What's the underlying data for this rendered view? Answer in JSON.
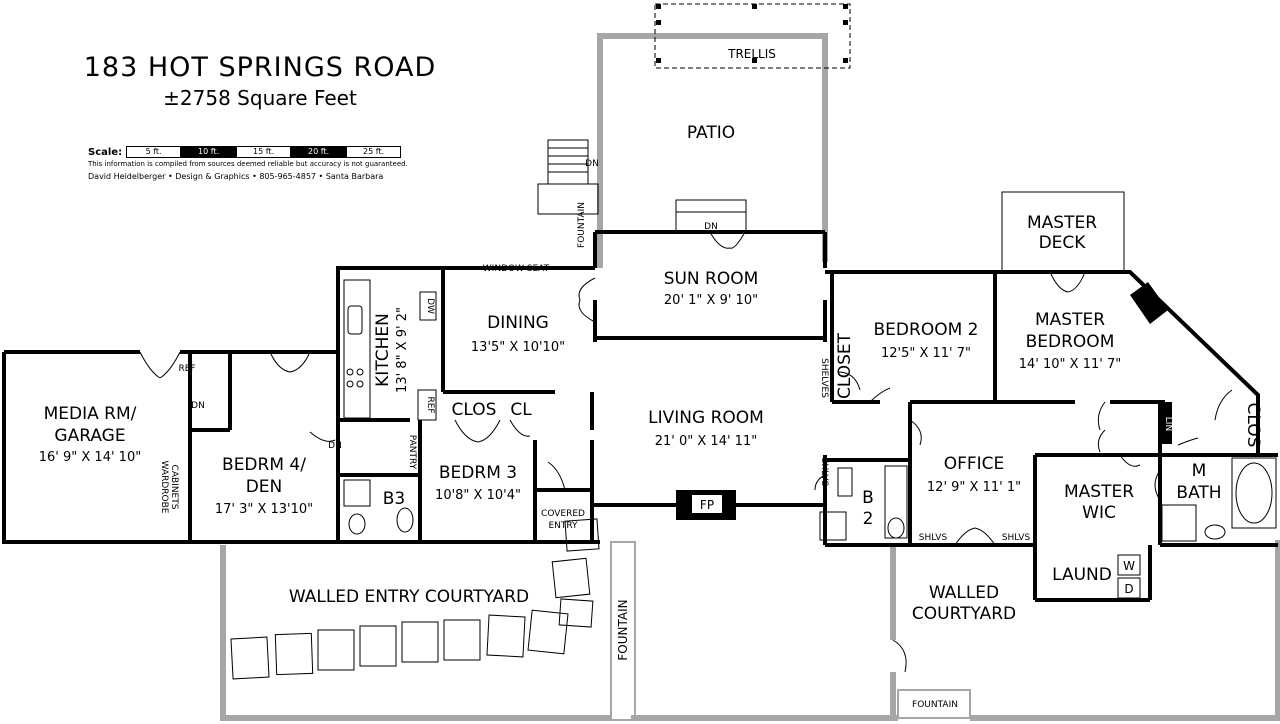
{
  "header": {
    "title": "183 HOT SPRINGS ROAD",
    "subtitle": "±2758 Square Feet",
    "scale_label": "Scale:",
    "scale_marks": [
      "5 ft.",
      "10 ft.",
      "15 ft.",
      "20 ft.",
      "25 ft."
    ],
    "disclaimer": "This information is compiled from sources deemed reliable but accuracy is not guaranteed.",
    "credit": "David Heidelberger • Design & Graphics • 805-965-4857 • Santa Barbara"
  },
  "rooms": {
    "trellis": "TRELLIS",
    "patio": "PATIO",
    "sun_room": "SUN ROOM",
    "sun_room_dim": "20' 1\" X 9' 10\"",
    "dining": "DINING",
    "dining_dim": "13'5\" X 10'10\"",
    "kitchen": "KITCHEN",
    "kitchen_dim": "13' 8\" X 9' 2\"",
    "living": "LIVING ROOM",
    "living_dim": "21' 0\" X 14' 11\"",
    "bedroom2": "BEDROOM 2",
    "bedroom2_dim": "12'5\" X 11' 7\"",
    "master_bedroom_line1": "MASTER",
    "master_bedroom_line2": "BEDROOM",
    "master_bedroom_dim": "14' 10\" X 11' 7\"",
    "master_deck_line1": "MASTER",
    "master_deck_line2": "DECK",
    "media_line1": "MEDIA RM/",
    "media_line2": "GARAGE",
    "media_dim": "16' 9\" X 14' 10\"",
    "bedrm4_line1": "BEDRM 4/",
    "bedrm4_line2": "DEN",
    "bedrm4_dim": "17' 3\" X 13'10\"",
    "bedrm3": "BEDRM 3",
    "bedrm3_dim": "10'8\" X 10'4\"",
    "b3": "B3",
    "clos": "CLOS",
    "cl": "CL",
    "covered_entry_line1": "COVERED",
    "covered_entry_line2": "ENTRY",
    "office": "OFFICE",
    "office_dim": "12' 9\" X 11' 1\"",
    "b2_line1": "B",
    "b2_line2": "2",
    "master_wic_line1": "MASTER",
    "master_wic_line2": "WIC",
    "m_bath_line1": "M",
    "m_bath_line2": "BATH",
    "laund": "LAUND",
    "walled_entry": "WALLED ENTRY COURTYARD",
    "walled_courtyard_line1": "WALLED",
    "walled_courtyard_line2": "COURTYARD",
    "closet": "CLOSET",
    "clos_right": "CLOS",
    "pantry": "PANTRY"
  },
  "fixtures": {
    "fp": "FP",
    "dn": "DN",
    "ref": "REF",
    "dw": "DW",
    "lin": "LIN",
    "w": "W",
    "d": "D",
    "shlvs": "SHLVS",
    "shelves": "SHELVES",
    "window_seat": "WINDOW SEAT",
    "fountain": "FOUNTAIN",
    "cabinets_line1": "CABINETS",
    "cabinets_line2": "WARDROBE"
  }
}
